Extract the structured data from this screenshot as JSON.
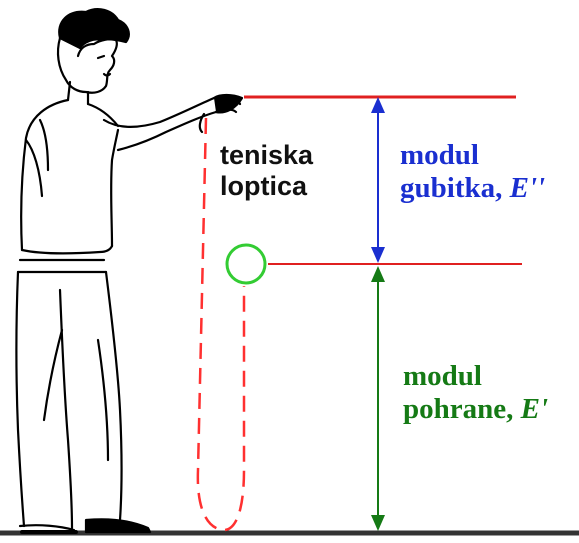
{
  "ball_label": {
    "line1": "teniska",
    "line2": "loptica"
  },
  "loss_modulus": {
    "line1": "modul",
    "line2": "gubitka,",
    "symbol": "E''"
  },
  "storage_modulus": {
    "line1": "modul",
    "line2": "pohrane,",
    "symbol": "E'"
  },
  "colors": {
    "release_line": "#e02020",
    "rebound_line": "#e02020",
    "trajectory": "#ff3030",
    "ball": "#33cc33",
    "loss_arrow": "#1a2fd0",
    "storage_arrow": "#157a15",
    "loss_text": "#1a2fd0",
    "storage_text": "#157a15",
    "ground": "#333333",
    "figure": "#000000"
  },
  "icons": {
    "person": "person-dropping-ball-icon",
    "ball": "tennis-ball-icon"
  }
}
